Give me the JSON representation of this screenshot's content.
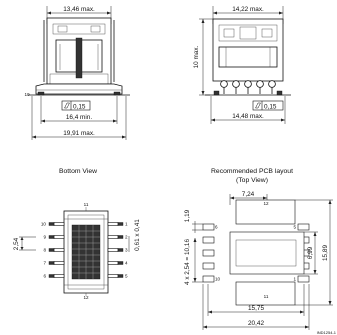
{
  "front_view": {
    "width_top": "13,46 max.",
    "pin_no": "10",
    "flatness": "0,15",
    "span_min": "16,4 min.",
    "overall": "19,91 max."
  },
  "side_view": {
    "width_top": "14,22 max.",
    "height": "10 max.",
    "flatness": "0,15",
    "overall": "14,48 max."
  },
  "bottom_view": {
    "heading": "Bottom View",
    "pin_top": "11",
    "pin_bottom": "12",
    "pin_labels_left": [
      "10",
      "9",
      "8",
      "7",
      "6"
    ],
    "pin_labels_right": [
      "1",
      "2",
      "3",
      "4",
      "5"
    ],
    "pitch": "2,54",
    "lead_width": "0,61 x 0,41"
  },
  "pcb_layout": {
    "heading_1": "Recommended PCB layout",
    "heading_2": "(Top View)",
    "dim_724": "7,24",
    "dim_119": "1,19",
    "pin_12": "12",
    "pin_6": "6",
    "pin_5": "5",
    "pin_10": "10",
    "pin_11": "11",
    "pin_1": "1",
    "dim_pitch": "4 x 2,54 = 10,16",
    "dim_699": "6,99",
    "dim_1589": "15,89",
    "dim_1575": "15,75",
    "dim_2042": "20,42"
  },
  "figure_id": "IND1254-1"
}
